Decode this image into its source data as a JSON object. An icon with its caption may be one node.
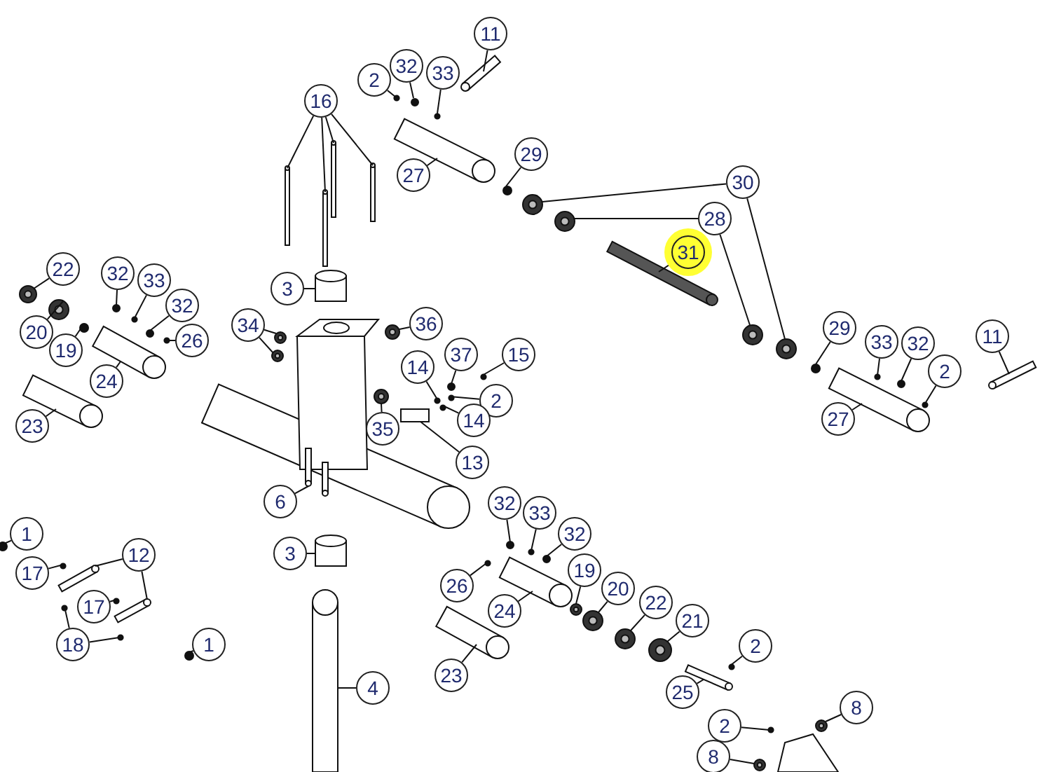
{
  "diagram": {
    "nodes": [
      {
        "text": [
          "11"
        ]
      },
      {
        "text": [
          "2"
        ]
      },
      {
        "text": [
          "32"
        ]
      },
      {
        "text": [
          "33"
        ]
      },
      {
        "text": [
          "16"
        ]
      },
      {
        "text": [
          "27"
        ]
      },
      {
        "text": [
          "29"
        ]
      },
      {
        "text": [
          "30"
        ]
      },
      {
        "text": [
          "28"
        ]
      },
      {
        "text": [
          "31"
        ]
      },
      {
        "text": [
          "22"
        ]
      },
      {
        "text": [
          "32"
        ]
      },
      {
        "text": [
          "33"
        ]
      },
      {
        "text": [
          "32"
        ]
      },
      {
        "text": [
          "26"
        ]
      },
      {
        "text": [
          "20"
        ]
      },
      {
        "text": [
          "19"
        ]
      },
      {
        "text": [
          "24"
        ]
      },
      {
        "text": [
          "3"
        ]
      },
      {
        "text": [
          "34"
        ]
      },
      {
        "text": [
          "36"
        ]
      },
      {
        "text": [
          "37"
        ]
      },
      {
        "text": [
          "15"
        ]
      },
      {
        "text": [
          "14"
        ]
      },
      {
        "text": [
          "2"
        ]
      },
      {
        "text": [
          "14"
        ]
      },
      {
        "text": [
          "29"
        ]
      },
      {
        "text": [
          "33"
        ]
      },
      {
        "text": [
          "32"
        ]
      },
      {
        "text": [
          "2"
        ]
      },
      {
        "text": [
          "11"
        ]
      },
      {
        "text": [
          "23"
        ]
      },
      {
        "text": [
          "35"
        ]
      },
      {
        "text": [
          "13"
        ]
      },
      {
        "text": [
          "27"
        ]
      },
      {
        "text": [
          "6"
        ]
      },
      {
        "text": [
          "1"
        ]
      },
      {
        "text": [
          "12"
        ]
      },
      {
        "text": [
          "17"
        ]
      },
      {
        "text": [
          "3"
        ]
      },
      {
        "text": [
          "17"
        ]
      },
      {
        "text": [
          "32"
        ]
      },
      {
        "text": [
          "33"
        ]
      },
      {
        "text": [
          "32"
        ]
      },
      {
        "text": [
          "26"
        ]
      },
      {
        "text": [
          "19"
        ]
      },
      {
        "text": [
          "20"
        ]
      },
      {
        "text": [
          "24"
        ]
      },
      {
        "text": [
          "22"
        ]
      },
      {
        "text": [
          "21"
        ]
      },
      {
        "text": [
          "18"
        ]
      },
      {
        "text": [
          "1"
        ]
      },
      {
        "text": [
          "23"
        ]
      },
      {
        "text": [
          "2"
        ]
      },
      {
        "text": [
          "4"
        ]
      },
      {
        "text": [
          "25"
        ]
      },
      {
        "text": [
          "2"
        ]
      },
      {
        "text": [
          "8"
        ]
      },
      {
        "text": [
          "8"
        ]
      },
      {
        "text": [],
        "shape": "bar"
      },
      {
        "text": [],
        "shape": "circle"
      },
      {
        "text": [],
        "shape": "circle"
      },
      {
        "text": [],
        "shape": "circle"
      },
      {
        "text": [],
        "shape": "bar"
      },
      {
        "text": [],
        "shape": "bar"
      },
      {
        "text": [],
        "shape": "bar"
      },
      {
        "text": [],
        "shape": "bar"
      },
      {
        "text": [],
        "shape": "cylinder"
      },
      {
        "text": [],
        "shape": "circle"
      },
      {
        "text": [],
        "shape": "circle"
      },
      {
        "text": [],
        "shape": "circle"
      },
      {
        "text": [],
        "shape": "circle"
      },
      {
        "text": [],
        "shape": "circle"
      },
      {
        "text": [],
        "shape": "bar"
      },
      {
        "text": [],
        "shape": "circle"
      },
      {
        "text": [],
        "shape": "circle"
      },
      {
        "text": [],
        "shape": "circle"
      },
      {
        "text": [],
        "shape": "circle"
      },
      {
        "text": [],
        "shape": "circle"
      },
      {
        "text": [],
        "shape": "circle"
      },
      {
        "text": [],
        "shape": "circle"
      },
      {
        "text": [],
        "shape": "cylinder"
      },
      {
        "text": [],
        "shape": "cylinder"
      },
      {
        "text": [],
        "shape": "circle"
      },
      {
        "text": [],
        "shape": "circle"
      },
      {
        "text": [],
        "shape": "circle"
      },
      {
        "text": [],
        "shape": "circle"
      },
      {
        "text": [],
        "shape": "circle"
      },
      {
        "text": [],
        "shape": "circle"
      },
      {
        "text": [],
        "shape": "circle"
      },
      {
        "text": [],
        "shape": "circle"
      },
      {
        "text": [],
        "shape": "circle"
      },
      {
        "text": [],
        "shape": "circle"
      },
      {
        "text": [],
        "shape": "circle"
      },
      {
        "text": [],
        "shape": "circle"
      },
      {
        "text": [],
        "shape": "bar"
      },
      {
        "text": [],
        "shape": "cylinder"
      },
      {
        "text": [],
        "shape": "circle"
      },
      {
        "text": [],
        "shape": "box"
      },
      {
        "text": [],
        "shape": "cylinder"
      },
      {
        "text": [],
        "shape": "picture"
      },
      {
        "text": [],
        "shape": "circle"
      },
      {
        "text": [],
        "shape": "bar"
      },
      {
        "text": [],
        "shape": "bar"
      },
      {
        "text": [],
        "shape": "circle"
      },
      {
        "text": [],
        "shape": "cylinder"
      },
      {
        "text": [],
        "shape": "circle"
      },
      {
        "text": [],
        "shape": "circle"
      },
      {
        "text": [],
        "shape": "circle"
      },
      {
        "text": [],
        "shape": "circle"
      },
      {
        "text": [],
        "shape": "circle"
      },
      {
        "text": [],
        "shape": "circle"
      },
      {
        "text": [],
        "shape": "circle"
      },
      {
        "text": [],
        "shape": "cylinder"
      },
      {
        "text": [],
        "shape": "circle"
      },
      {
        "text": [],
        "shape": "circle"
      },
      {
        "text": [],
        "shape": "circle"
      },
      {
        "text": [],
        "shape": "circle"
      },
      {
        "text": [],
        "shape": "circle"
      },
      {
        "text": [],
        "shape": "cylinder"
      },
      {
        "text": [],
        "shape": "circle"
      },
      {
        "text": [],
        "shape": "cylinder"
      },
      {
        "text": [],
        "shape": "bar"
      },
      {
        "text": [],
        "shape": "circle"
      },
      {
        "text": [],
        "shape": "circle"
      },
      {
        "text": [],
        "shape": "circle"
      }
    ],
    "edges": [
      {
        "from": 0,
        "to": 59,
        "arrow": "none"
      },
      {
        "from": 1,
        "to": 60,
        "arrow": "none"
      },
      {
        "from": 2,
        "to": 61,
        "arrow": "none"
      },
      {
        "from": 3,
        "to": 62,
        "arrow": "none"
      },
      {
        "from": 4,
        "to": 63,
        "arrow": "none"
      },
      {
        "from": 4,
        "to": 64,
        "arrow": "none"
      },
      {
        "from": 4,
        "to": 65,
        "arrow": "none"
      },
      {
        "from": 4,
        "to": 66,
        "arrow": "none"
      },
      {
        "from": 5,
        "to": 67,
        "arrow": "none"
      },
      {
        "from": 6,
        "to": 68,
        "arrow": "none"
      },
      {
        "from": 7,
        "to": 69,
        "arrow": "none"
      },
      {
        "from": 7,
        "to": 70,
        "arrow": "none"
      },
      {
        "from": 8,
        "to": 71,
        "arrow": "none"
      },
      {
        "from": 8,
        "to": 72,
        "arrow": "none"
      },
      {
        "from": 9,
        "to": 73,
        "arrow": "none"
      },
      {
        "from": 10,
        "to": 74,
        "arrow": "none"
      },
      {
        "from": 11,
        "to": 75,
        "arrow": "none"
      },
      {
        "from": 12,
        "to": 76,
        "arrow": "none"
      },
      {
        "from": 13,
        "to": 77,
        "arrow": "none"
      },
      {
        "from": 14,
        "to": 78,
        "arrow": "none"
      },
      {
        "from": 15,
        "to": 79,
        "arrow": "none"
      },
      {
        "from": 16,
        "to": 80,
        "arrow": "none"
      },
      {
        "from": 17,
        "to": 81,
        "arrow": "none"
      },
      {
        "from": 18,
        "to": 82,
        "arrow": "none"
      },
      {
        "from": 19,
        "to": 83,
        "arrow": "none"
      },
      {
        "from": 19,
        "to": 84,
        "arrow": "none"
      },
      {
        "from": 20,
        "to": 85,
        "arrow": "none"
      },
      {
        "from": 21,
        "to": 86,
        "arrow": "none"
      },
      {
        "from": 22,
        "to": 87,
        "arrow": "none"
      },
      {
        "from": 23,
        "to": 88,
        "arrow": "none"
      },
      {
        "from": 24,
        "to": 89,
        "arrow": "none"
      },
      {
        "from": 25,
        "to": 90,
        "arrow": "none"
      },
      {
        "from": 26,
        "to": 91,
        "arrow": "none"
      },
      {
        "from": 27,
        "to": 92,
        "arrow": "none"
      },
      {
        "from": 28,
        "to": 93,
        "arrow": "none"
      },
      {
        "from": 29,
        "to": 94,
        "arrow": "none"
      },
      {
        "from": 30,
        "to": 95,
        "arrow": "none"
      },
      {
        "from": 31,
        "to": 96,
        "arrow": "none"
      },
      {
        "from": 32,
        "to": 97,
        "arrow": "none"
      },
      {
        "from": 33,
        "to": 98,
        "arrow": "none"
      },
      {
        "from": 34,
        "to": 99,
        "arrow": "none"
      },
      {
        "from": 35,
        "to": 100,
        "arrow": "none"
      },
      {
        "from": 36,
        "to": 101,
        "arrow": "none"
      },
      {
        "from": 37,
        "to": 102,
        "arrow": "none"
      },
      {
        "from": 37,
        "to": 103,
        "arrow": "none"
      },
      {
        "from": 38,
        "to": 104,
        "arrow": "none"
      },
      {
        "from": 39,
        "to": 105,
        "arrow": "none"
      },
      {
        "from": 40,
        "to": 106,
        "arrow": "none"
      },
      {
        "from": 41,
        "to": 107,
        "arrow": "none"
      },
      {
        "from": 42,
        "to": 108,
        "arrow": "none"
      },
      {
        "from": 43,
        "to": 109,
        "arrow": "none"
      },
      {
        "from": 44,
        "to": 110,
        "arrow": "none"
      },
      {
        "from": 45,
        "to": 111,
        "arrow": "none"
      },
      {
        "from": 46,
        "to": 112,
        "arrow": "none"
      },
      {
        "from": 47,
        "to": 113,
        "arrow": "none"
      },
      {
        "from": 48,
        "to": 114,
        "arrow": "none"
      },
      {
        "from": 49,
        "to": 115,
        "arrow": "none"
      },
      {
        "from": 50,
        "to": 116,
        "arrow": "none"
      },
      {
        "from": 50,
        "to": 117,
        "arrow": "none"
      },
      {
        "from": 51,
        "to": 118,
        "arrow": "none"
      },
      {
        "from": 52,
        "to": 119,
        "arrow": "none"
      },
      {
        "from": 53,
        "to": 120,
        "arrow": "none"
      },
      {
        "from": 54,
        "to": 121,
        "arrow": "none"
      },
      {
        "from": 55,
        "to": 122,
        "arrow": "none"
      },
      {
        "from": 56,
        "to": 123,
        "arrow": "none"
      },
      {
        "from": 57,
        "to": 124,
        "arrow": "none"
      },
      {
        "from": 58,
        "to": 125,
        "arrow": "none"
      }
    ]
  }
}
